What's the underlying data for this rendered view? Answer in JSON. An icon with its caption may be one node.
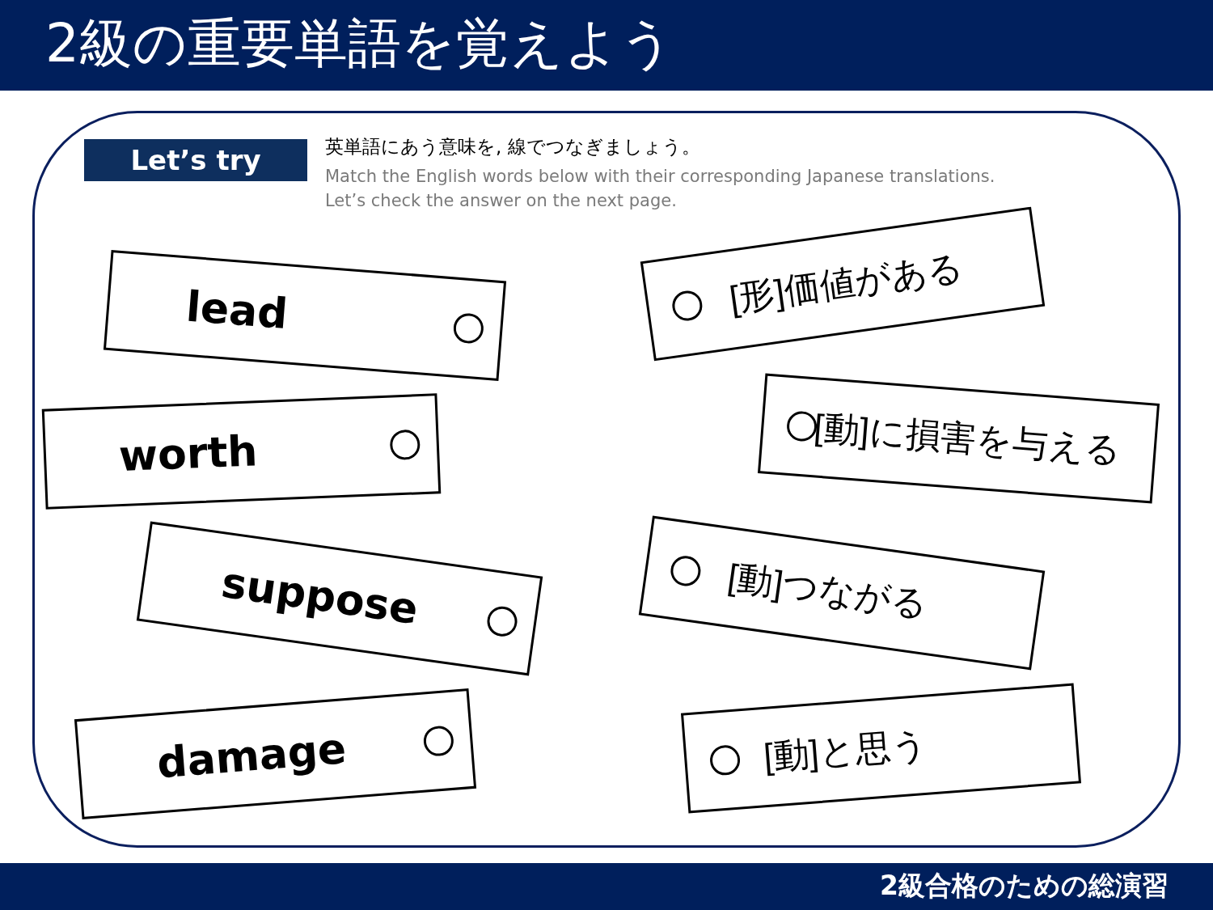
{
  "diagram": {
    "title": "2級の重要単語を覚えよう",
    "nodes": [
      {
        "text": [
          "Let’s try"
        ]
      },
      {
        "text": [
          "lead"
        ]
      },
      {
        "text": [
          "worth"
        ]
      },
      {
        "text": [
          "suppose"
        ]
      },
      {
        "text": [
          "damage"
        ]
      },
      {
        "text": [
          "[形]価値がある"
        ]
      },
      {
        "text": [
          "[動]に損害を与える"
        ]
      },
      {
        "text": [
          "[動]つながる"
        ]
      },
      {
        "text": [
          "[動]と思う"
        ]
      }
    ],
    "labels": [
      "英単語にあう意味を, 線でつなぎましょう。",
      "Match the English words below with their corresponding Japanese translations.",
      "Let’s check the answer on the next page.",
      "2級合格のための総演習"
    ]
  }
}
